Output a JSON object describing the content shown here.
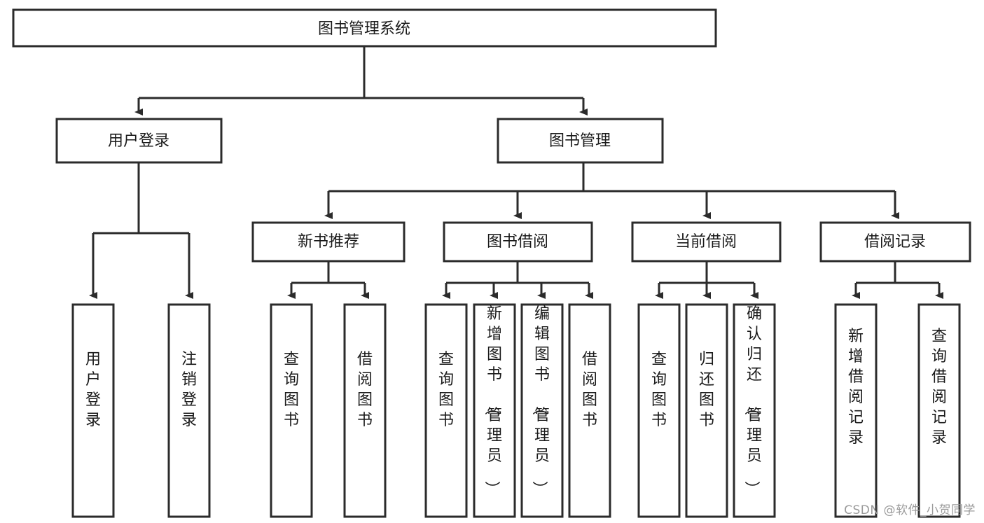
{
  "diagram": {
    "type": "tree-hierarchy-chart",
    "title": "图书管理系统",
    "orientation": "top-down",
    "box_fill": "#ffffff",
    "box_stroke": "#2b2b2b",
    "text_color": "#1a1a1a",
    "levels": {
      "level1": {
        "nodes": [
          {
            "id": "root",
            "label": "图书管理系统",
            "text_orientation": "horizontal"
          }
        ]
      },
      "level2": {
        "nodes": [
          {
            "id": "user-login",
            "label": "用户登录",
            "text_orientation": "horizontal",
            "parent": "root"
          },
          {
            "id": "book-manage",
            "label": "图书管理",
            "text_orientation": "horizontal",
            "parent": "root"
          }
        ]
      },
      "level3": {
        "nodes": [
          {
            "id": "new-book-rec",
            "label": "新书推荐",
            "text_orientation": "horizontal",
            "parent": "book-manage"
          },
          {
            "id": "book-borrow",
            "label": "图书借阅",
            "text_orientation": "horizontal",
            "parent": "book-manage"
          },
          {
            "id": "current-borrow",
            "label": "当前借阅",
            "text_orientation": "horizontal",
            "parent": "book-manage"
          },
          {
            "id": "borrow-record",
            "label": "借阅记录",
            "text_orientation": "horizontal",
            "parent": "book-manage"
          }
        ]
      },
      "level4": {
        "nodes": [
          {
            "id": "leaf-user-login",
            "label": "用户登录",
            "text_orientation": "vertical",
            "parent": "user-login"
          },
          {
            "id": "leaf-user-logout",
            "label": "注销登录",
            "text_orientation": "vertical",
            "parent": "user-login"
          },
          {
            "id": "leaf-query-book-1",
            "label": "查询图书",
            "text_orientation": "vertical",
            "parent": "new-book-rec"
          },
          {
            "id": "leaf-borrow-book-1",
            "label": "借阅图书",
            "text_orientation": "vertical",
            "parent": "new-book-rec"
          },
          {
            "id": "leaf-query-book-2",
            "label": "查询图书",
            "text_orientation": "vertical",
            "parent": "book-borrow"
          },
          {
            "id": "leaf-add-book",
            "label": "新增图书（管理员）",
            "text_orientation": "vertical",
            "parent": "book-borrow"
          },
          {
            "id": "leaf-edit-book",
            "label": "编辑图书（管理员）",
            "text_orientation": "vertical",
            "parent": "book-borrow"
          },
          {
            "id": "leaf-borrow-book-2",
            "label": "借阅图书",
            "text_orientation": "vertical",
            "parent": "book-borrow"
          },
          {
            "id": "leaf-query-book-3",
            "label": "查询图书",
            "text_orientation": "vertical",
            "parent": "current-borrow"
          },
          {
            "id": "leaf-return-book",
            "label": "归还图书",
            "text_orientation": "vertical",
            "parent": "current-borrow"
          },
          {
            "id": "leaf-confirm-return",
            "label": "确认归还（管理员）",
            "text_orientation": "vertical",
            "parent": "current-borrow"
          },
          {
            "id": "leaf-add-record",
            "label": "新增借阅记录",
            "text_orientation": "vertical",
            "parent": "borrow-record"
          },
          {
            "id": "leaf-query-record",
            "label": "查询借阅记录",
            "text_orientation": "vertical",
            "parent": "borrow-record"
          }
        ]
      }
    }
  },
  "watermark": {
    "text": "CSDN @软件_小贺同学"
  }
}
